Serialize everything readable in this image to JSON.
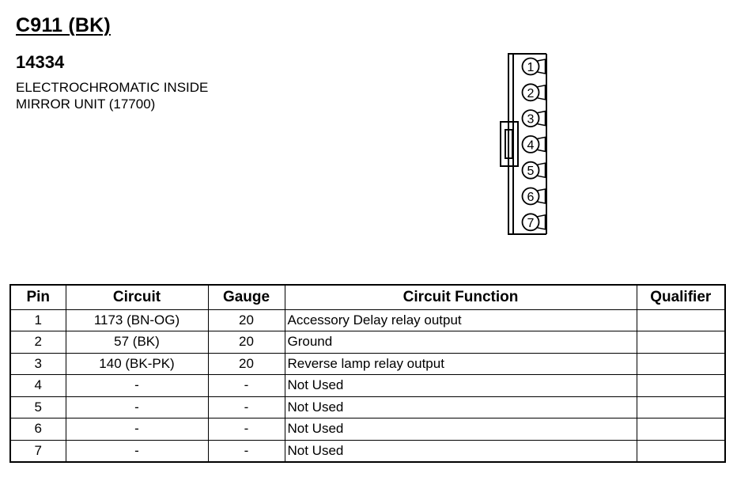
{
  "header": {
    "connector_id": "C911 (BK)",
    "part_number": "14334",
    "description_lines": [
      "ELECTROCHROMATIC INSIDE",
      "MIRROR UNIT (17700)"
    ]
  },
  "connector": {
    "pins": [
      "1",
      "2",
      "3",
      "4",
      "5",
      "6",
      "7"
    ]
  },
  "table": {
    "columns": [
      "Pin",
      "Circuit",
      "Gauge",
      "Circuit Function",
      "Qualifier"
    ],
    "rows": [
      {
        "pin": "1",
        "circuit": "1173 (BN-OG)",
        "gauge": "20",
        "function": "Accessory Delay relay output",
        "qualifier": ""
      },
      {
        "pin": "2",
        "circuit": "57 (BK)",
        "gauge": "20",
        "function": "Ground",
        "qualifier": ""
      },
      {
        "pin": "3",
        "circuit": "140 (BK-PK)",
        "gauge": "20",
        "function": "Reverse lamp relay output",
        "qualifier": ""
      },
      {
        "pin": "4",
        "circuit": "-",
        "gauge": "-",
        "function": "Not Used",
        "qualifier": ""
      },
      {
        "pin": "5",
        "circuit": "-",
        "gauge": "-",
        "function": "Not Used",
        "qualifier": ""
      },
      {
        "pin": "6",
        "circuit": "-",
        "gauge": "-",
        "function": "Not Used",
        "qualifier": ""
      },
      {
        "pin": "7",
        "circuit": "-",
        "gauge": "-",
        "function": "Not Used",
        "qualifier": ""
      }
    ]
  }
}
